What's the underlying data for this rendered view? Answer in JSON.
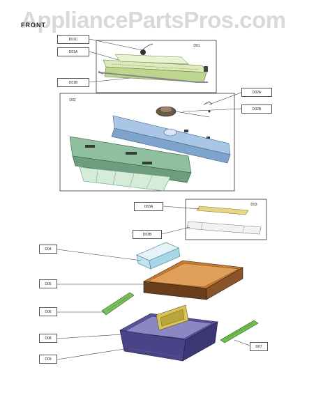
{
  "watermark": "AppliancePartsPros.com",
  "orientation_label": "FRONT",
  "callouts": {
    "d01c": "D01C",
    "d01a": "D01A",
    "d01b": "D01B",
    "d01": "D01",
    "d02": "D02",
    "d02a": "D02A",
    "d02b": "D02B",
    "d03a": "D03A",
    "d03": "D03",
    "d03b": "D03B",
    "d04": "D04",
    "d05": "D05",
    "d06": "D06",
    "d07": "D07",
    "d08": "D08",
    "d09": "D09"
  },
  "colors": {
    "fan_housing_green": "#cfe3a8",
    "cover_blue": "#8fb3d9",
    "duct_green": "#86b596",
    "tray_yellow": "#e3d27a",
    "basket_blue": "#bfe2ee",
    "drawer_orange": "#d98f3d",
    "rail_green": "#6fbf4f",
    "bin_purple": "#6a62a8"
  }
}
